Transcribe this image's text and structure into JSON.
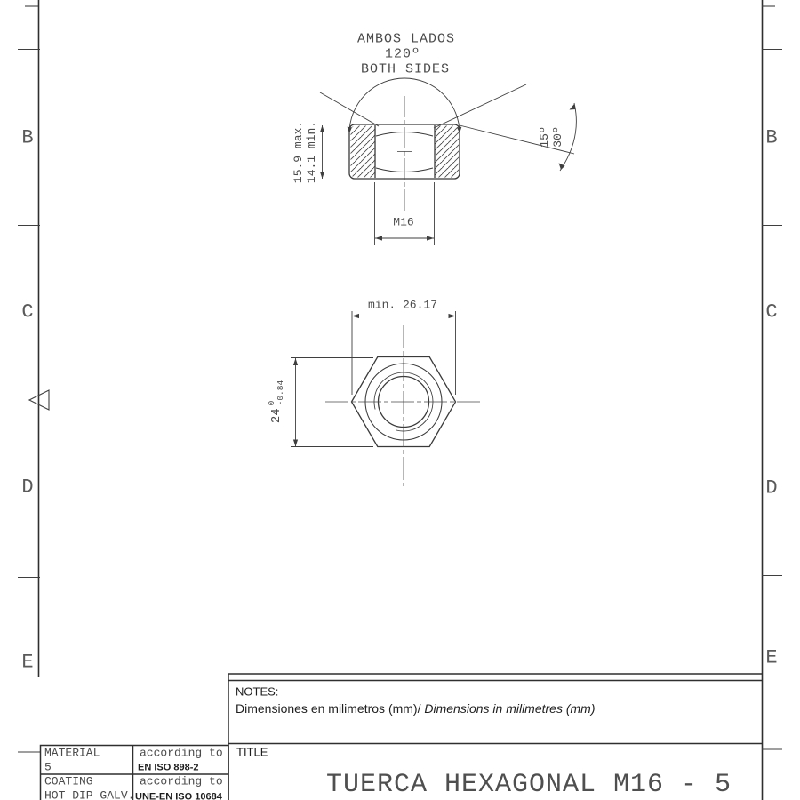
{
  "annotations": {
    "chamfer_note": {
      "line1": "AMBOS LADOS",
      "line2": "120º",
      "line3": "BOTH SIDES"
    },
    "height_dim": {
      "line1": "15.9 max.",
      "line2": "14.1 min."
    },
    "thread_dim": "M16",
    "angle_dim": {
      "line1": "15º",
      "line2": "30º"
    },
    "across_corners_dim": "min. 26.17",
    "across_flats_dim": {
      "value": "24",
      "tol_upper": "0",
      "tol_lower": "-0.84"
    }
  },
  "zones": {
    "left": [
      "B",
      "C",
      "D",
      "E"
    ],
    "right": [
      "B",
      "C",
      "D",
      "E"
    ]
  },
  "notes": {
    "label": "NOTES:",
    "text_es": "Dimensiones en milimetros (mm)/",
    "text_en": " Dimensions in milimetres (mm)"
  },
  "title_block": {
    "label": "TITLE",
    "title": "TUERCA HEXAGONAL M16 - 5"
  },
  "material_table": {
    "material_label": "MATERIAL",
    "material_value": "5",
    "material_note": "according to",
    "material_standard": "EN ISO 898-2",
    "coating_label": "COATING",
    "coating_value": "HOT DIP GALV.",
    "coating_note": "according to",
    "coating_standard": "UNE-EN ISO 10684"
  }
}
